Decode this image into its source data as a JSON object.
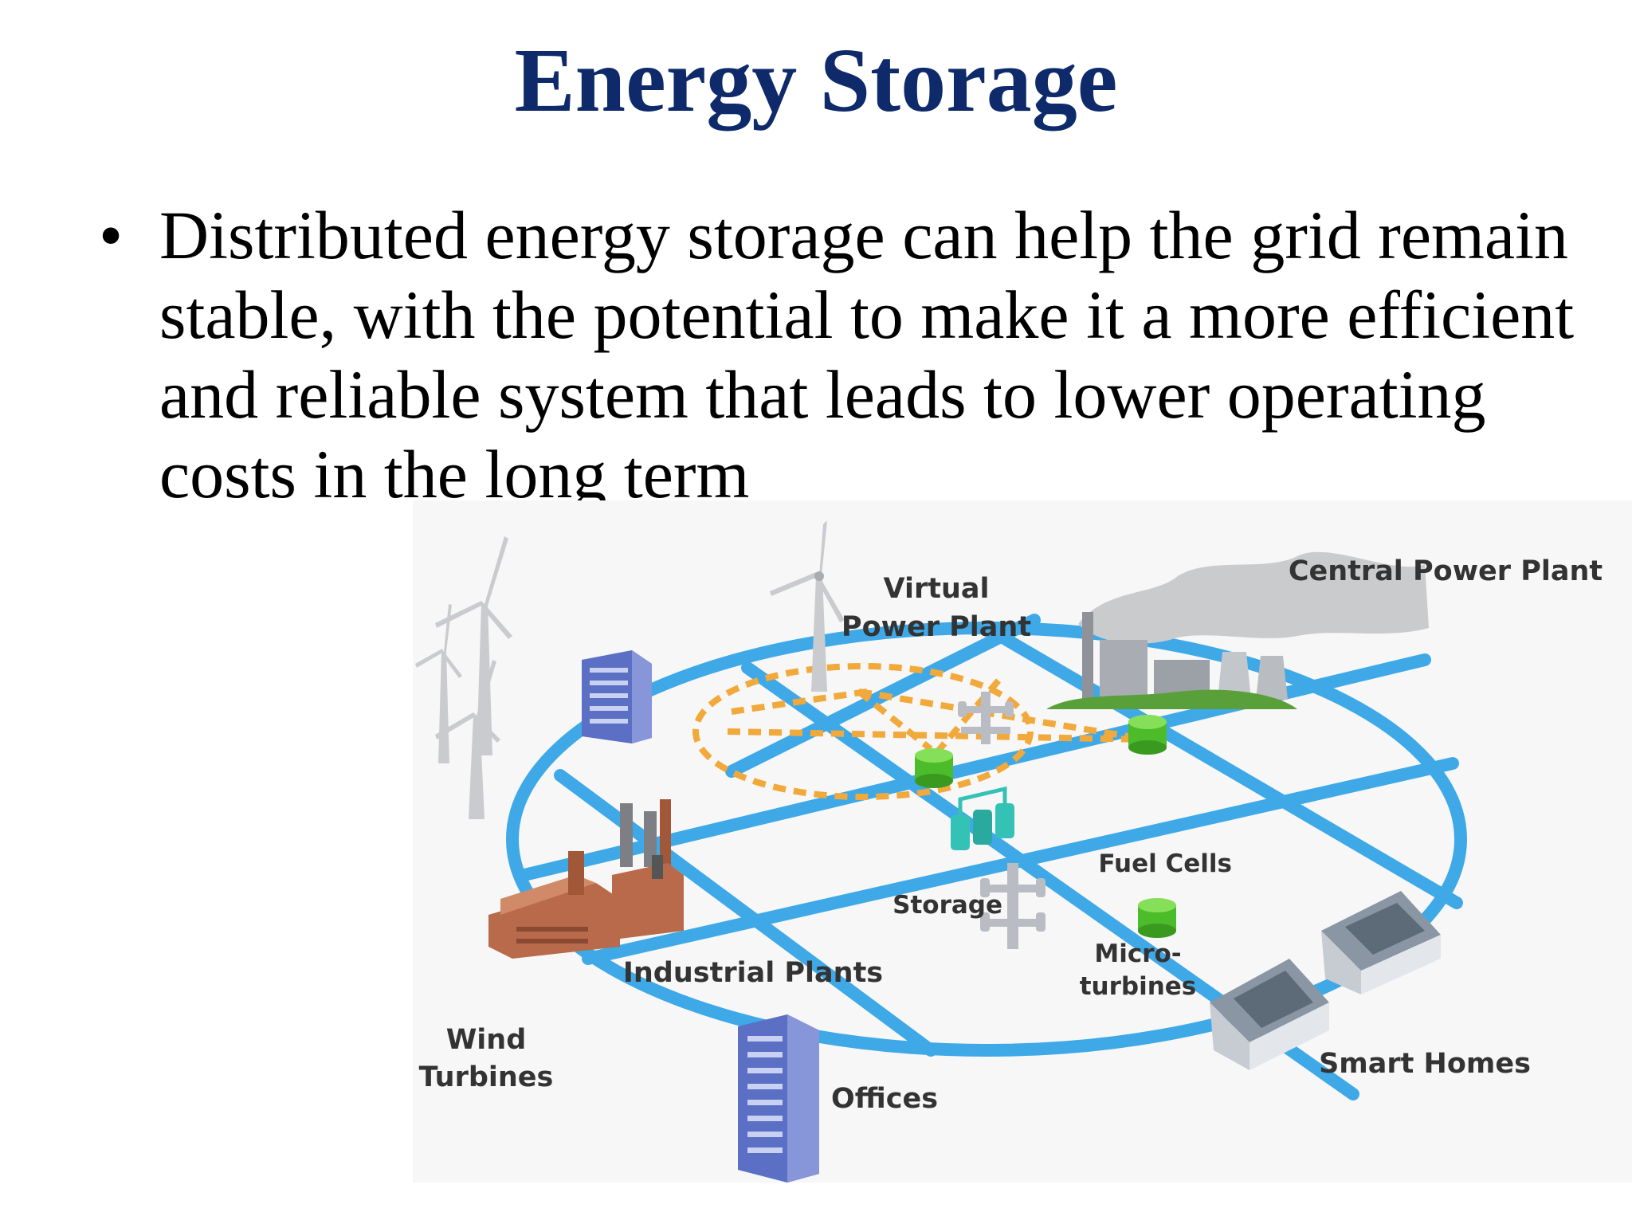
{
  "slide": {
    "title": "Energy Storage",
    "bullet_text": "Distributed energy storage can help the grid remain stable, with the potential to make it a more efficient and reliable system that leads to lower operating costs in the long term"
  },
  "diagram": {
    "labels": {
      "virtual_line1": "Virtual",
      "virtual_line2": "Power Plant",
      "central_power_plant": "Central Power Plant",
      "fuel_cells": "Fuel Cells",
      "storage": "Storage",
      "industrial_plants": "Industrial Plants",
      "micro_line1": "Micro-",
      "micro_line2": "turbines",
      "wind_line1": "Wind",
      "wind_line2": "Turbines",
      "offices": "Offices",
      "smart_homes": "Smart Homes"
    },
    "colors": {
      "grid": "#3fa9e8",
      "virtual_link": "#f2a93b",
      "node": "#4cbc2a",
      "office": "#5b6fc4",
      "industrial": "#b86a4b",
      "fuel_cell": "#35c2b6",
      "home_roof": "#8a96a3"
    }
  }
}
